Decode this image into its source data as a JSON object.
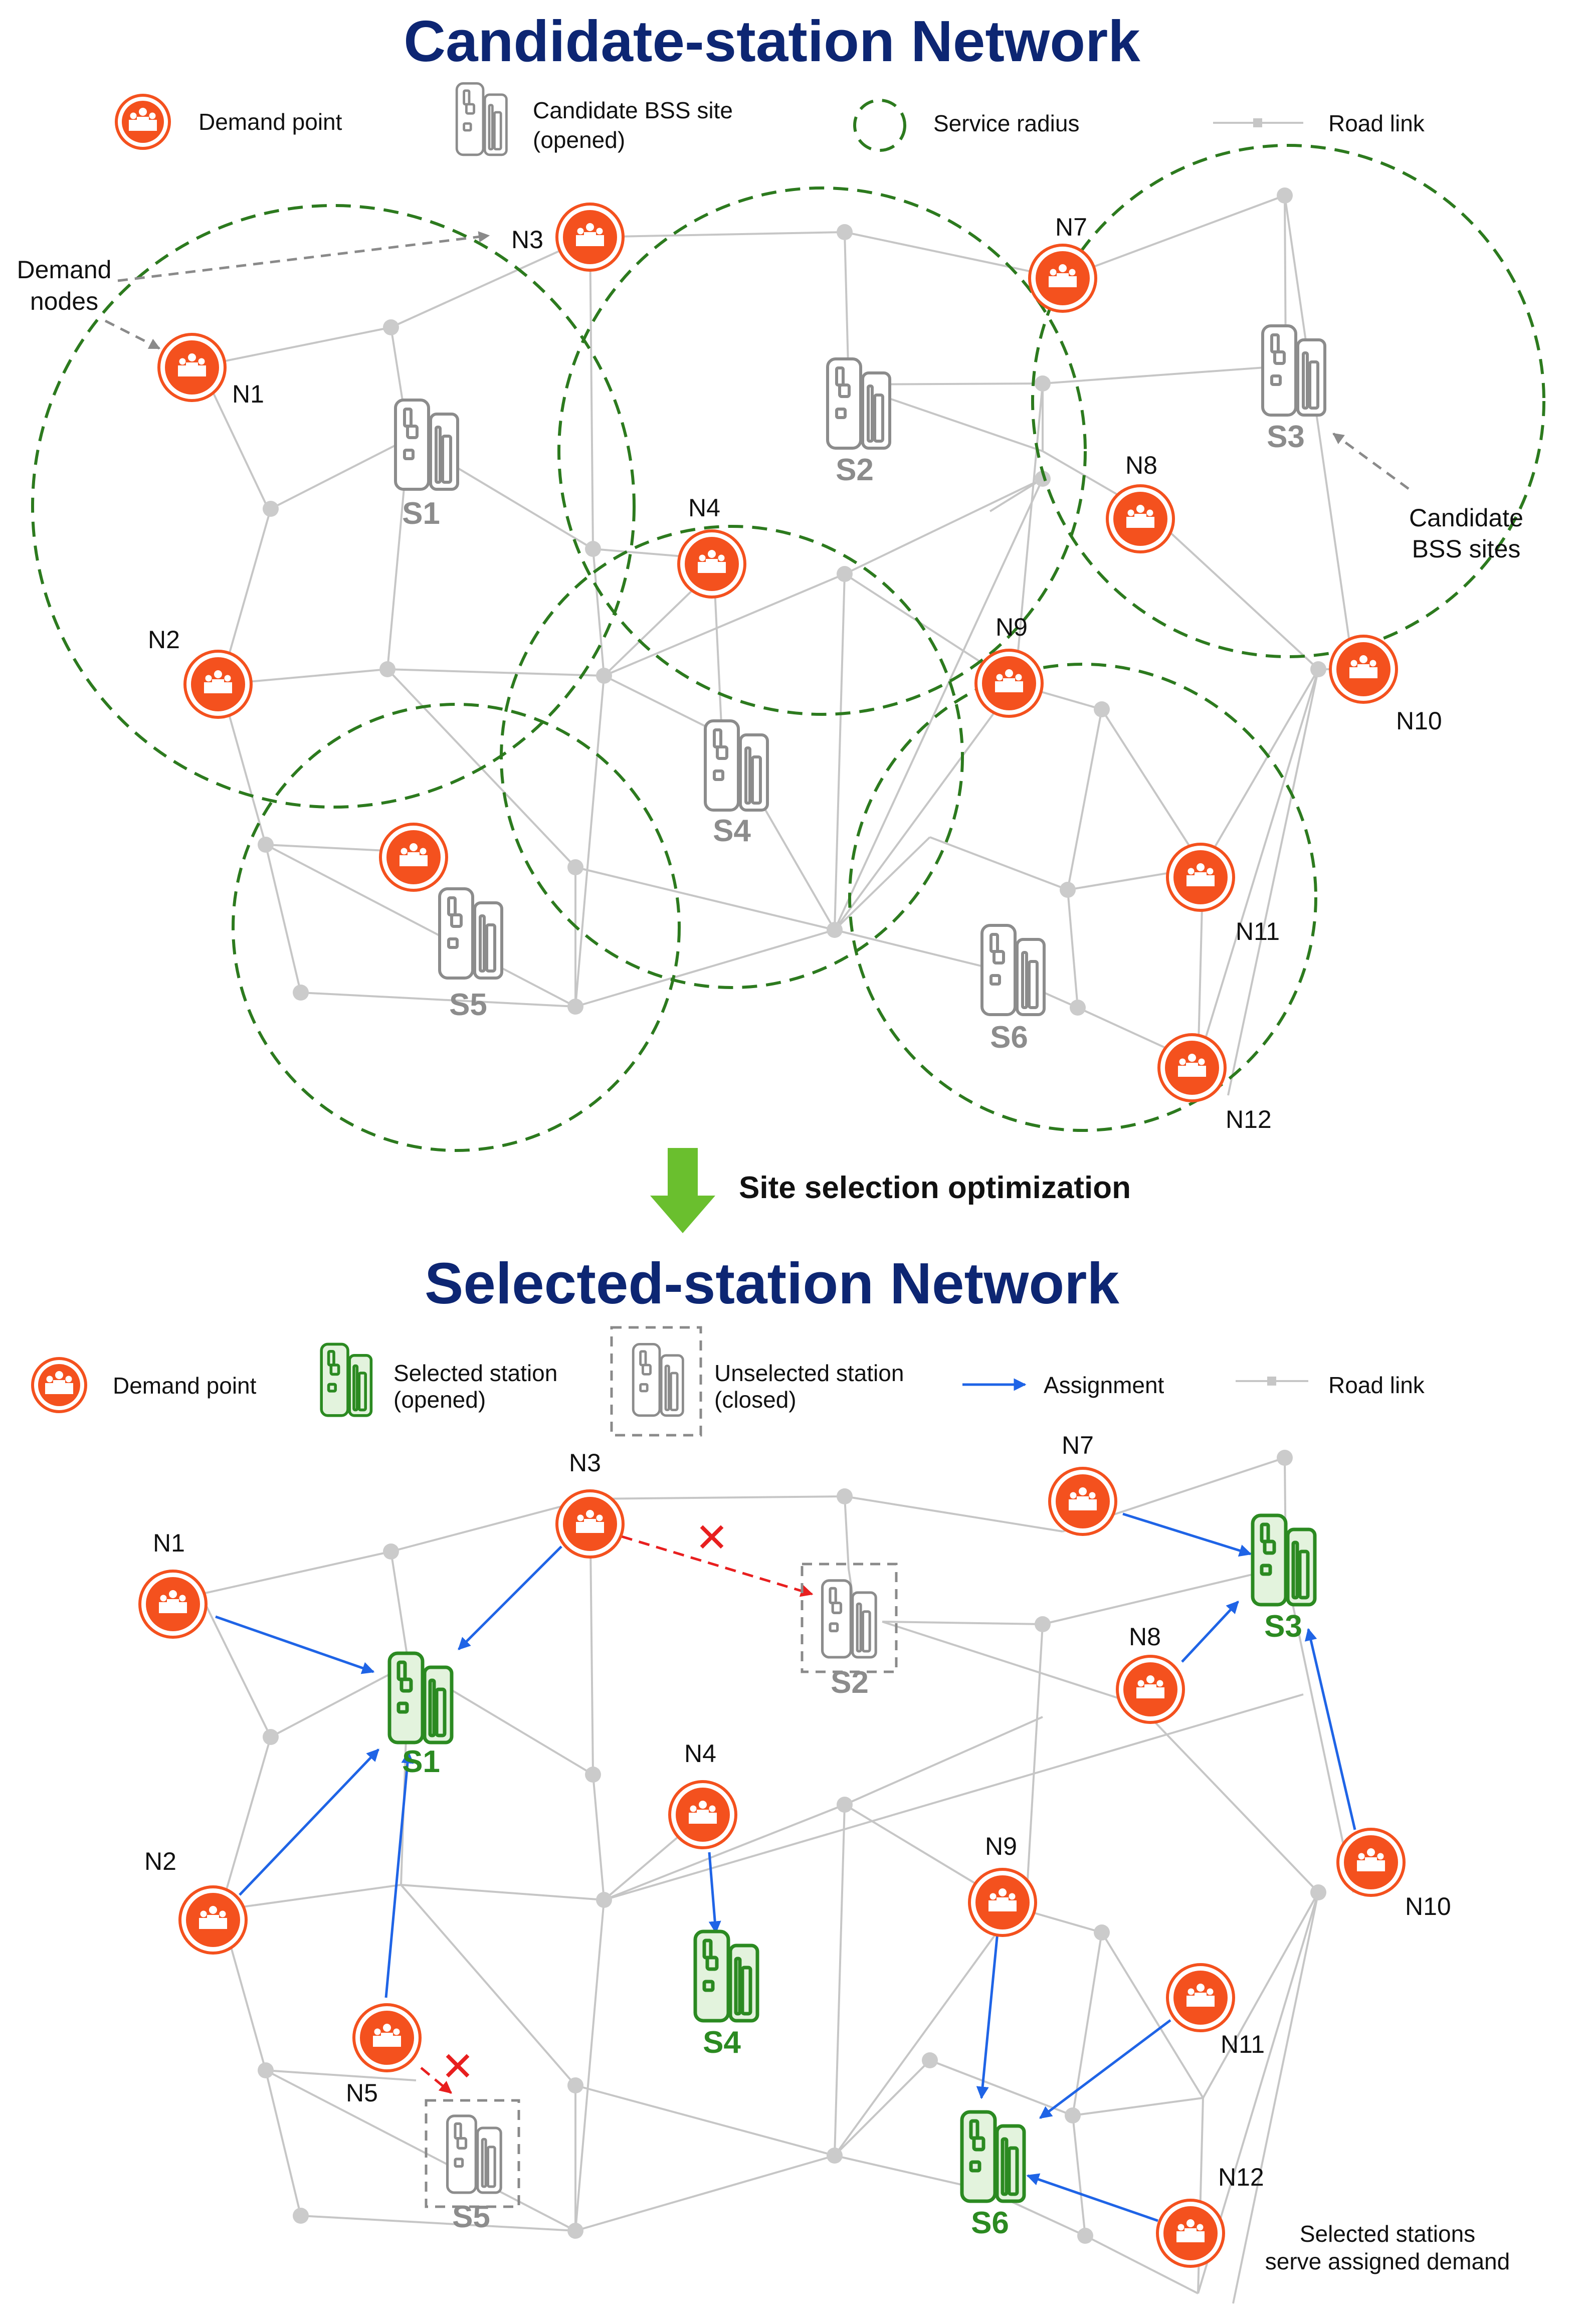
{
  "top": {
    "title": "Candidate-station Network",
    "legend": {
      "demand": "Demand point",
      "candidate_l1": "Candidate BSS site",
      "candidate_l2": "(opened)",
      "radius": "Service radius",
      "road": "Road link"
    },
    "annotations": {
      "demand_nodes_l1": "Demand",
      "demand_nodes_l2": "nodes",
      "candidate_sites_l1": "Candidate",
      "candidate_sites_l2": "BSS sites"
    },
    "nodes": [
      "N1",
      "N2",
      "N3",
      "N4",
      "N7",
      "N8",
      "N9",
      "N10",
      "N11",
      "N12"
    ],
    "stations": [
      "S1",
      "S2",
      "S3",
      "S4",
      "S5",
      "S6"
    ]
  },
  "transition": "Site selection optimization",
  "bottom": {
    "title": "Selected-station Network",
    "legend": {
      "demand": "Demand point",
      "selected_l1": "Selected station",
      "selected_l2": "(opened)",
      "unselected_l1": "Unselected station",
      "unselected_l2": "(closed)",
      "assignment": "Assignment",
      "road": "Road link"
    },
    "nodes": [
      "N1",
      "N2",
      "N3",
      "N4",
      "N5",
      "N7",
      "N8",
      "N9",
      "N10",
      "N11",
      "N12"
    ],
    "stations": [
      "S1",
      "S2",
      "S3",
      "S4",
      "S5",
      "S6"
    ],
    "note_l1": "Selected stations",
    "note_l2": "serve assigned demand",
    "reject_mark": "✕"
  },
  "colors": {
    "title": "#0d2673",
    "demand": "#f4511e",
    "selected": "#2b8a21",
    "candidate": "#8c8c8c",
    "radius": "#2c7a1e",
    "assignment": "#1f64e6",
    "rejected": "#e81f1f",
    "arrow_down": "#6abf2e"
  },
  "icons": {
    "demand": "people-group-icon",
    "station": "battery-swap-station-icon"
  }
}
